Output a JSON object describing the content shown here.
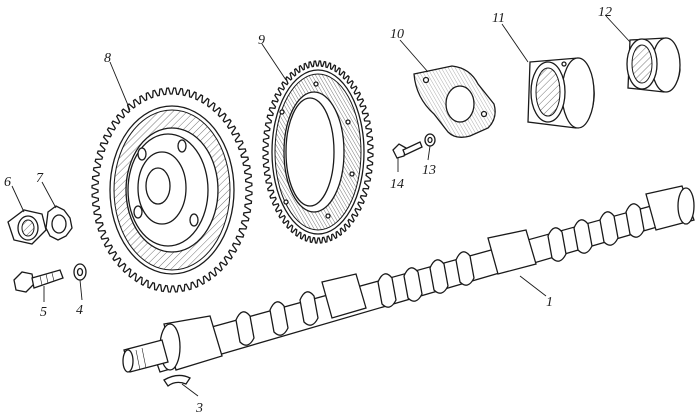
{
  "callouts": [
    {
      "id": "c1",
      "text": "1"
    },
    {
      "id": "c3",
      "text": "3"
    },
    {
      "id": "c4",
      "text": "4"
    },
    {
      "id": "c5",
      "text": "5"
    },
    {
      "id": "c6",
      "text": "6"
    },
    {
      "id": "c7",
      "text": "7"
    },
    {
      "id": "c8",
      "text": "8"
    },
    {
      "id": "c9",
      "text": "9"
    },
    {
      "id": "c10",
      "text": "10"
    },
    {
      "id": "c11",
      "text": "11"
    },
    {
      "id": "c12",
      "text": "12"
    },
    {
      "id": "c13",
      "text": "13"
    },
    {
      "id": "c14",
      "text": "14"
    }
  ]
}
